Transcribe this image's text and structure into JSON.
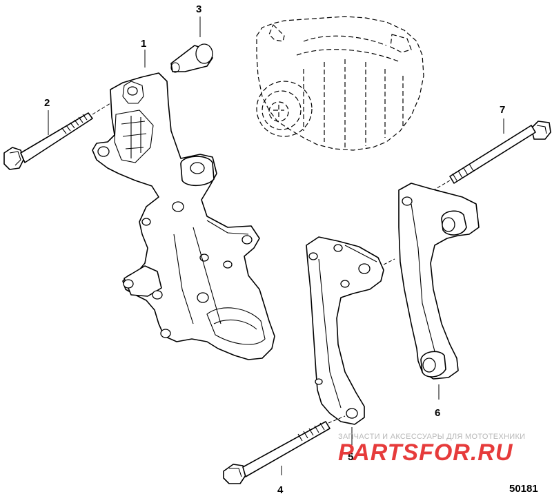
{
  "diagram": {
    "callouts": [
      {
        "id": "1",
        "label": "1"
      },
      {
        "id": "2",
        "label": "2"
      },
      {
        "id": "3",
        "label": "3"
      },
      {
        "id": "4",
        "label": "4"
      },
      {
        "id": "5",
        "label": "5"
      },
      {
        "id": "6",
        "label": "6"
      },
      {
        "id": "7",
        "label": "7"
      }
    ],
    "figure_number": "50181"
  },
  "watermark": {
    "tagline": "ЗАПЧАСТИ И АКСЕССУАРЫ ДЛЯ МОТОТЕХНИКИ",
    "brand": "PARTSFOR.RU",
    "brand_color": "#e63b3b"
  }
}
